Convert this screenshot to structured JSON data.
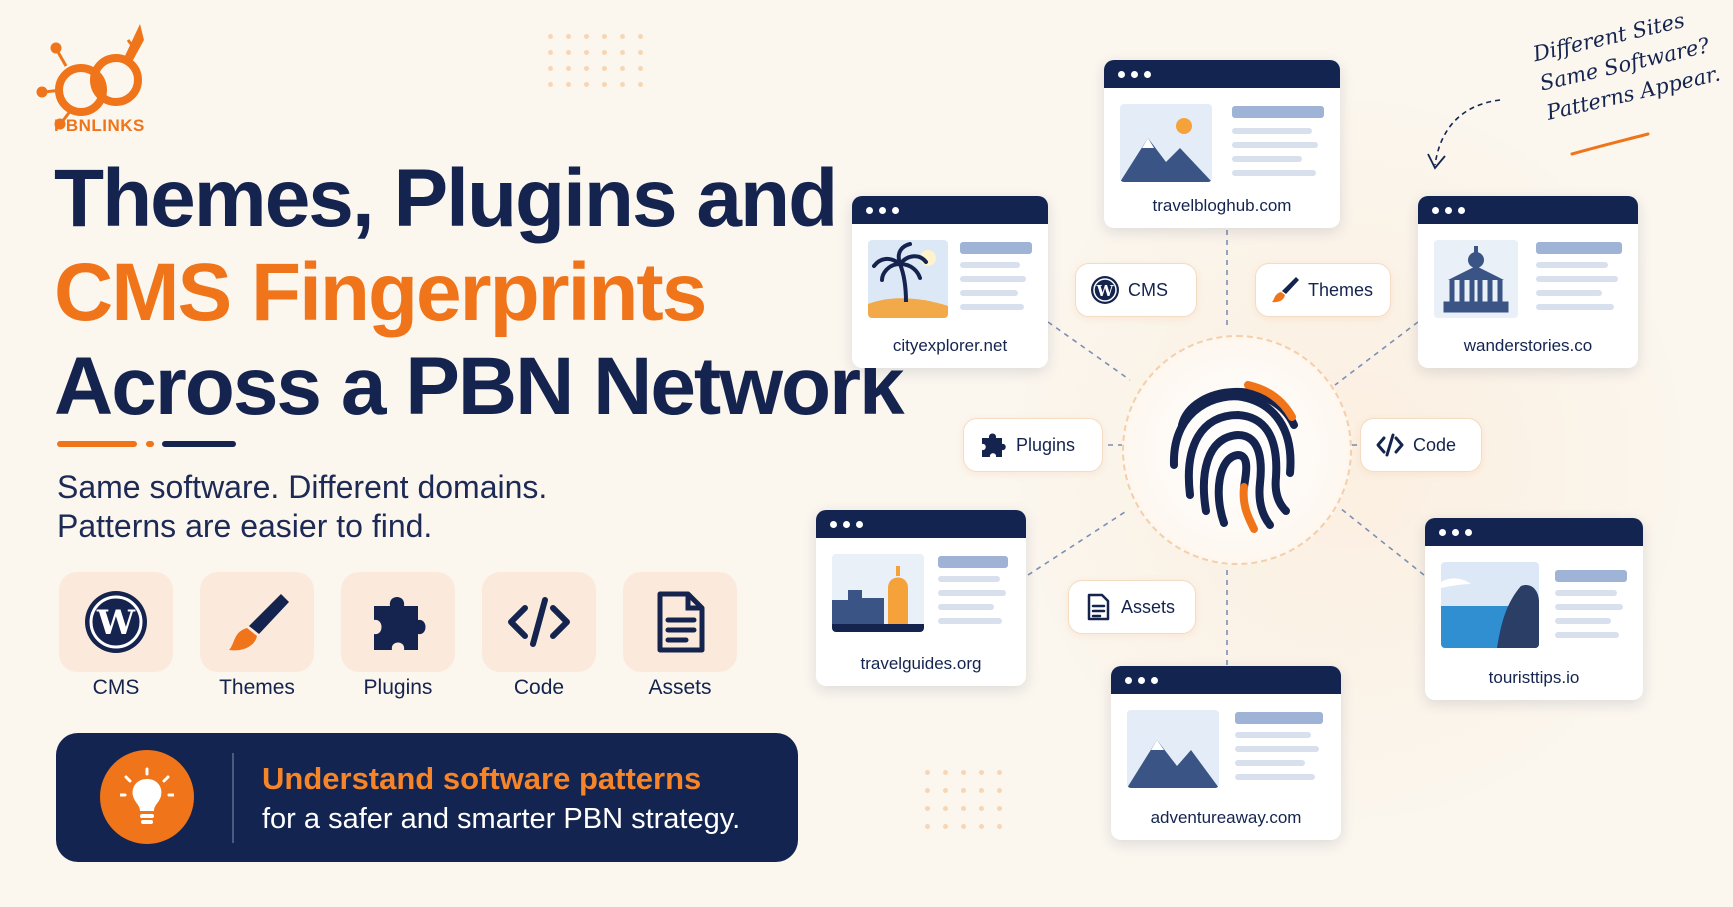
{
  "brand": {
    "name": "PBNLINKS"
  },
  "heading": {
    "line1": "Themes, Plugins and",
    "line2": "CMS Fingerprints",
    "line3": "Across a PBN Network"
  },
  "subtitle": {
    "line1": "Same software. Different domains.",
    "line2": "Patterns are easier to find."
  },
  "features": [
    {
      "label": "CMS",
      "icon": "wordpress-icon"
    },
    {
      "label": "Themes",
      "icon": "paintbrush-icon"
    },
    {
      "label": "Plugins",
      "icon": "puzzle-icon"
    },
    {
      "label": "Code",
      "icon": "code-icon"
    },
    {
      "label": "Assets",
      "icon": "document-icon"
    }
  ],
  "cta": {
    "title": "Understand software patterns",
    "text": "for a safer and smarter PBN strategy.",
    "icon": "lightbulb-icon"
  },
  "sites": [
    {
      "domain": "travelbloghub.com",
      "image": "mountain-sun"
    },
    {
      "domain": "cityexplorer.net",
      "image": "palm-tree"
    },
    {
      "domain": "wanderstories.co",
      "image": "temple"
    },
    {
      "domain": "travelguides.org",
      "image": "city-buildings"
    },
    {
      "domain": "touristtips.io",
      "image": "coast-cliff"
    },
    {
      "domain": "adventureaway.com",
      "image": "mountains"
    }
  ],
  "chips": {
    "cms": "CMS",
    "themes": "Themes",
    "plugins": "Plugins",
    "code": "Code",
    "assets": "Assets"
  },
  "center": {
    "icon": "fingerprint-icon"
  },
  "note": {
    "line1": "Different Sites",
    "line2": "Same Software?",
    "line3": "Patterns Appear."
  },
  "colors": {
    "navy": "#14244f",
    "orange": "#f07419",
    "background": "#fbf6ee",
    "tile": "#fbeadb"
  }
}
